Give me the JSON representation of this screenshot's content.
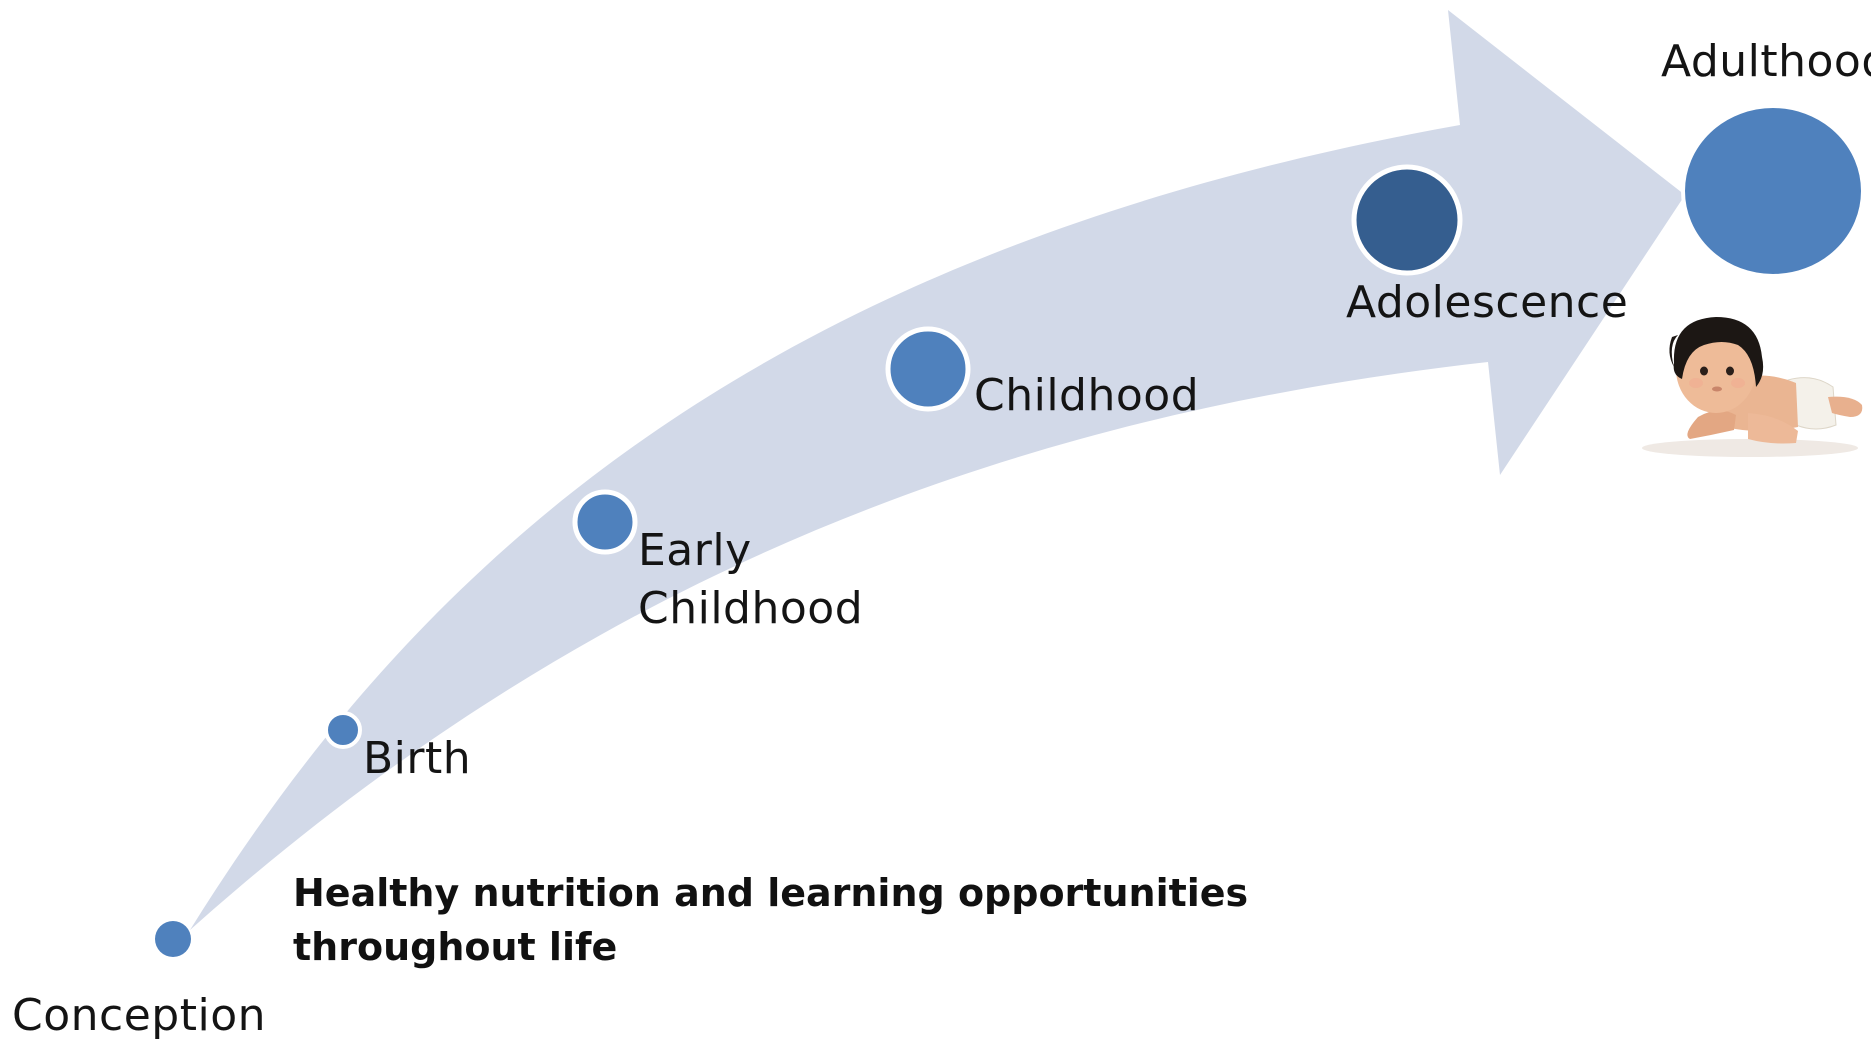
{
  "colors": {
    "arrow": "#D2D9E8",
    "stage_dot": "#4F81BD",
    "highlight_dot": "#355E8F",
    "dot_outline": "#FFFFFF"
  },
  "stages": [
    {
      "id": "conception",
      "label": "Conception"
    },
    {
      "id": "birth",
      "label": "Birth"
    },
    {
      "id": "early-childhood",
      "label_line1": "Early",
      "label_line2": "Childhood"
    },
    {
      "id": "childhood",
      "label": "Childhood"
    },
    {
      "id": "adolescence",
      "label": "Adolescence",
      "highlighted": true
    },
    {
      "id": "adulthood",
      "label": "Adulthood"
    }
  ],
  "caption": {
    "line1": "Healthy nutrition and learning opportunities",
    "line2": "throughout life"
  },
  "image": {
    "icon": "baby-photo"
  }
}
